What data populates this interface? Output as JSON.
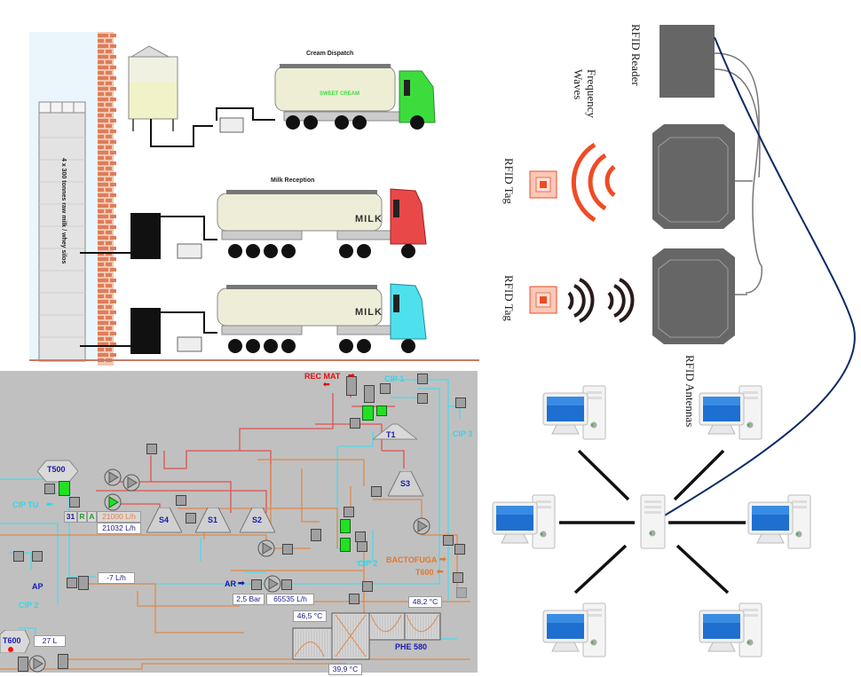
{
  "dairy_plant": {
    "silo_label": "4 x 300 tonnes raw milk / whey silos",
    "cream_dispatch_label": "Cream Dispatch",
    "cream_truck_text": "SWEET CREAM",
    "milk_reception_label": "Milk Reception",
    "milk_truck_1_text": "MILK",
    "milk_truck_2_text": "MILK",
    "truck_cab_colors": [
      "#3ddc3d",
      "#e84848",
      "#4fe0ee"
    ]
  },
  "scada": {
    "tanks": {
      "t500": "T500",
      "t1": "T1",
      "t600": "T600"
    },
    "separators": [
      "S4",
      "S1",
      "S2",
      "S3"
    ],
    "labels": {
      "rec_mat": "REC MAT",
      "cip_1": "CIP 1",
      "cip_3": "CIP 3",
      "cip_tu": "CIP TU",
      "cip_2_left": "CIP 2",
      "cip_2_mid": "CIP 2",
      "ap": "AP",
      "ar": "AR",
      "bactofuga": "BACTOFUGA",
      "t600_out": "T600",
      "phe": "PHE 580"
    },
    "status_row": {
      "id": "31",
      "r": "R",
      "a": "A",
      "setpoint": "21000 L/h",
      "actual": "21032 L/h"
    },
    "readouts": {
      "flow_small": "-7 L/h",
      "t600_level": "27 L",
      "pressure": "2,5 Bar",
      "flow_ar": "65535 L/h",
      "temp_1": "46,5 °C",
      "temp_2": "48,2 °C",
      "temp_3": "39,9 °C"
    },
    "colors": {
      "background": "#c0c0c0",
      "pipe_red": "#e05050",
      "pipe_orange": "#e0884a",
      "pipe_cyan": "#4fd8e8",
      "valve_green": "#22e022"
    }
  },
  "rfid": {
    "reader_label": "RFID Reader",
    "waves_label": "Frequency Waves",
    "tag_label_1": "RFID Tag",
    "tag_label_2": "RFID Tag",
    "antennas_label": "RFID Antennas",
    "colors": {
      "device": "#666666",
      "wave_active": "#f04b25",
      "wave_idle": "#2a1a1a",
      "cable": "#0b2a66"
    }
  },
  "network": {
    "topology": "star",
    "client_count": 6,
    "hub": "server"
  }
}
